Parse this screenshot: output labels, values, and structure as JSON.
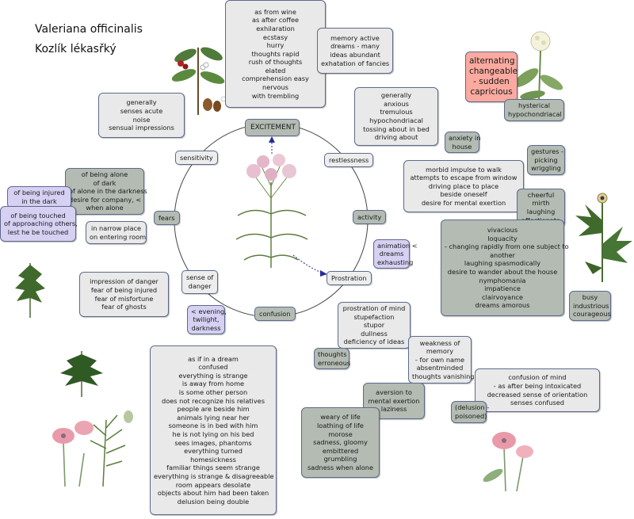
{
  "title": {
    "latin": "Valeriana officinalis",
    "czech": "Kozlík lékasřký"
  },
  "center": "EXCITEMENT",
  "nodes": {
    "sensitivity": "sensitivity",
    "restlessness": "restlessness",
    "fears": "fears",
    "activity": "activity",
    "sense_of_danger": [
      "sense of",
      "danger"
    ],
    "prostration": "Prostration",
    "confusion": "confusion"
  },
  "boxes": {
    "wine": [
      "as from wine",
      "as after coffee",
      "exhilaration",
      "ecstasy",
      "hurry",
      "thoughts rapid",
      "rush of thoughts",
      "elated",
      "comprehension easy",
      "nervous",
      "with trembling"
    ],
    "memory": [
      "memory active",
      "dreams - many",
      "ideas abundant",
      "exhatation of fancies"
    ],
    "alternating": [
      "alternating",
      "changeable",
      "- sudden",
      "capricious"
    ],
    "hysterical": [
      "hysterical",
      "hypochondriacal"
    ],
    "senses": [
      "generally",
      "senses acute",
      "noise",
      "sensual impressions"
    ],
    "anxious": [
      "generally",
      "anxious",
      "tremulous",
      "hypochondriacal",
      "tossing about in bed",
      "driving about"
    ],
    "anxiety_house": [
      "anxiety in",
      "house"
    ],
    "gestures": [
      "gestures -",
      "picking",
      "wriggling"
    ],
    "morbid": [
      "morbid impulse to walk",
      "attempts to escape from window",
      "driving place to place",
      "beside oneself",
      "desire for mental exertion"
    ],
    "cheerful": [
      "cheerful",
      "mirth",
      "laughing",
      "affectionate"
    ],
    "alone": [
      "of being alone",
      "of dark",
      "of alone in the darkness",
      "desire for company, <",
      "when alone"
    ],
    "injured_dark": [
      "of being injured",
      "in the dark"
    ],
    "touched": [
      "of being touched",
      "of approaching others,",
      "lest he be touched"
    ],
    "narrow": [
      "in narrow place",
      "on entering room"
    ],
    "vivacious": [
      "vivacious",
      "loquacity",
      "- changing rapidly from one subject to",
      "another",
      "laughing spasmodically",
      "desire to wander about the house",
      "nymphomania",
      "impatience",
      "clairvoyance",
      "dreams amorous"
    ],
    "animation": [
      "animation <",
      "dreams",
      "exhausting"
    ],
    "danger": [
      "impression of danger",
      "fear of being injured",
      "fear of misfortune",
      "fear of ghosts"
    ],
    "evening": [
      "< evening,",
      "twilight,",
      "darkness"
    ],
    "busy": [
      "busy",
      "industrious",
      "courageous"
    ],
    "prostration_mind": [
      "prostration of mind",
      "stupefaction",
      "stupor",
      "dullness",
      "deficiency of ideas"
    ],
    "thoughts_erroneous": [
      "thoughts",
      "erroneous"
    ],
    "weakness": [
      "weakness of",
      "memory",
      "- for own name",
      "absentminded",
      "thoughts vanishing"
    ],
    "dream": [
      "as if in a dream",
      "confused",
      "everything is strange",
      "is away from home",
      "is some other person",
      "does not recognize his relatives",
      "people are beside him",
      "animals lying near her",
      "someone is in bed with him",
      "he is not lying on his bed",
      "sees images, phantoms",
      "everything turned",
      "homesickness",
      "familiar things seem strange",
      "everything is strange & disagreeable",
      "room appears desolate",
      "objects about him had been taken",
      "delusion being double"
    ],
    "aversion": [
      "aversion to",
      "mental exertion",
      "laziness"
    ],
    "confusion_mind": [
      "confusion of mind",
      "- as after being intoxicated",
      "decreased sense of orientation",
      "senses confused"
    ],
    "delusion_poisoned": [
      "(delusion -",
      "poisoned)"
    ],
    "weary": [
      "weary of life",
      "loathing of life",
      "morose",
      "sadness, gloomy",
      "embittered",
      "grumbling",
      "sadness when alone"
    ]
  },
  "colors": {
    "border": "#5d6a8c",
    "light": "#e9e9e9",
    "dark": "#b3bbb3",
    "lavender": "#d6d0f2",
    "pink": "#fbaaa0"
  }
}
